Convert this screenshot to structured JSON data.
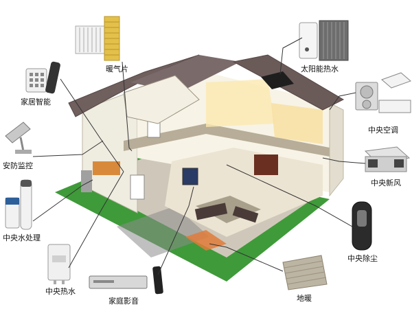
{
  "labels": {
    "radiator": "暖气片",
    "solar_water": "太阳能热水",
    "smart_home": "家居智能",
    "central_ac": "中央空调",
    "security": "安防监控",
    "fresh_air": "中央新风",
    "water_treatment": "中央水处理",
    "dust_removal": "中央除尘",
    "water_heater": "中央热水",
    "home_theater": "家庭影音",
    "floor_heating": "地暖"
  },
  "colors": {
    "roof": "#7a6a6a",
    "wall": "#f4f1e6",
    "lawn": "#3f9a3a",
    "floor": "#c9c2b4",
    "leader_line": "#333333"
  }
}
